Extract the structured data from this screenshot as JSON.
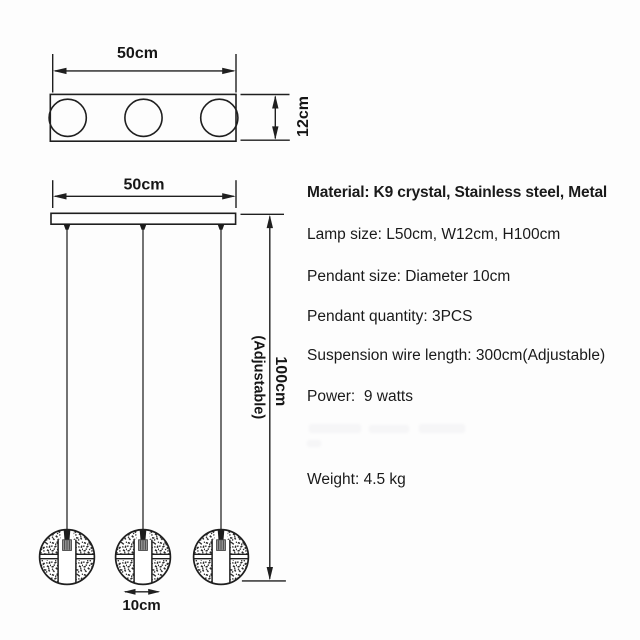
{
  "top_view": {
    "width_label": "50cm",
    "depth_label": "12cm"
  },
  "front_view": {
    "width_label": "50cm",
    "height_label": "100cm",
    "height_note": "(Adjustable)",
    "pendant_diameter_label": "10cm",
    "pendant_quantity": 3
  },
  "specs": [
    {
      "text": "Material: K9 crystal, Stainless steel, Metal"
    },
    {
      "text": "Lamp size: L50cm, W12cm, H100cm"
    },
    {
      "text": "Pendant size: Diameter 10cm"
    },
    {
      "text": "Pendant quantity: 3PCS"
    },
    {
      "text": "Suspension wire length: 300cm(Adjustable)"
    },
    {
      "text": "Power:  9 watts"
    },
    {
      "text": "Weight: 4.5 kg"
    }
  ]
}
